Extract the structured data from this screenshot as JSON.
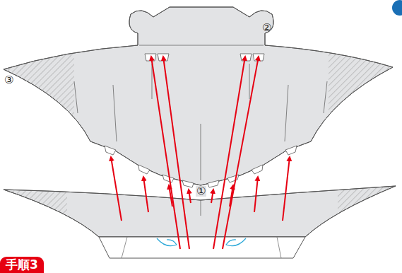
{
  "diagram": {
    "nodes": [
      {
        "text": [
          "手順3"
        ]
      }
    ],
    "labels": [
      "①",
      "②",
      "③"
    ]
  }
}
